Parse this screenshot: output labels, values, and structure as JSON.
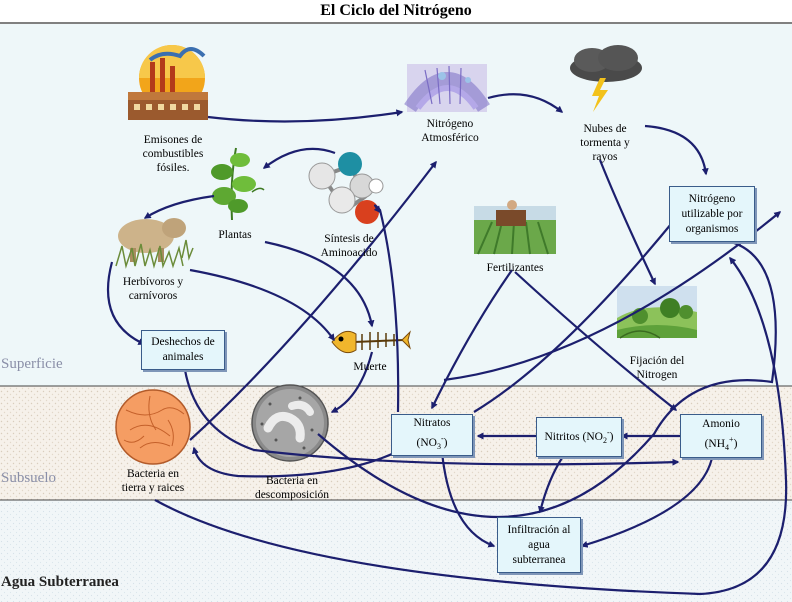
{
  "title": "El Ciclo del Nitrógeno",
  "zones": {
    "surface": "Superficie",
    "subsoil": "Subsuelo",
    "groundwater": "Agua Subterranea"
  },
  "labels": {
    "fossil": [
      "Emisones de",
      "combustibles",
      "fósiles."
    ],
    "atmospheric": [
      "Nitrógeno",
      "Atmosférico"
    ],
    "storm": [
      "Nubes de",
      "tormenta y",
      "rayos"
    ],
    "plants": "Plantas",
    "amino": [
      "Síntesis de",
      "Aminoacido"
    ],
    "herbivores": [
      "Herbívoros y",
      "carnívoros"
    ],
    "fertilizers": "Fertilizantes",
    "death": "Muerte",
    "fixation": [
      "Fijación del",
      "Nitrogen"
    ],
    "soil_bacteria": [
      "Bacteria en",
      "tierra y raices"
    ],
    "decomp_bacteria": [
      "Bacteria en",
      "descomposición"
    ]
  },
  "boxes": {
    "usable": [
      "Nitrógeno",
      "utilizable por",
      "organismos"
    ],
    "waste": [
      "Deshechos de",
      "animales"
    ],
    "nitrates": {
      "name": "Nitratos",
      "formula": "(NO",
      "sub": "3",
      "sup": "-",
      "close": ")"
    },
    "nitrites": {
      "name": "Nitritos (NO",
      "sub": "2",
      "sup": "-",
      "close": ")"
    },
    "ammonium": {
      "name": "Amonio",
      "formula": "(NH",
      "sub": "4",
      "sup": "+",
      "close": ")"
    },
    "infiltration": [
      "Infiltración al",
      "agua",
      "subterranea"
    ]
  },
  "colors": {
    "arrow": "#1c1f6e",
    "surface_bg": "#eef7f9",
    "subsoil_bg": "#f4efe8",
    "water_bg": "#eef5f8",
    "box_bg": "#e4f6fb",
    "box_border": "#3a5c8a"
  },
  "icons": [
    "factory-icon",
    "atmosphere-icon",
    "storm-cloud-icon",
    "plant-icon",
    "molecule-icon",
    "capybara-icon",
    "farm-tractor-icon",
    "fish-skeleton-icon",
    "field-icon",
    "soil-bacteria-icon",
    "decomposition-bacteria-icon"
  ]
}
